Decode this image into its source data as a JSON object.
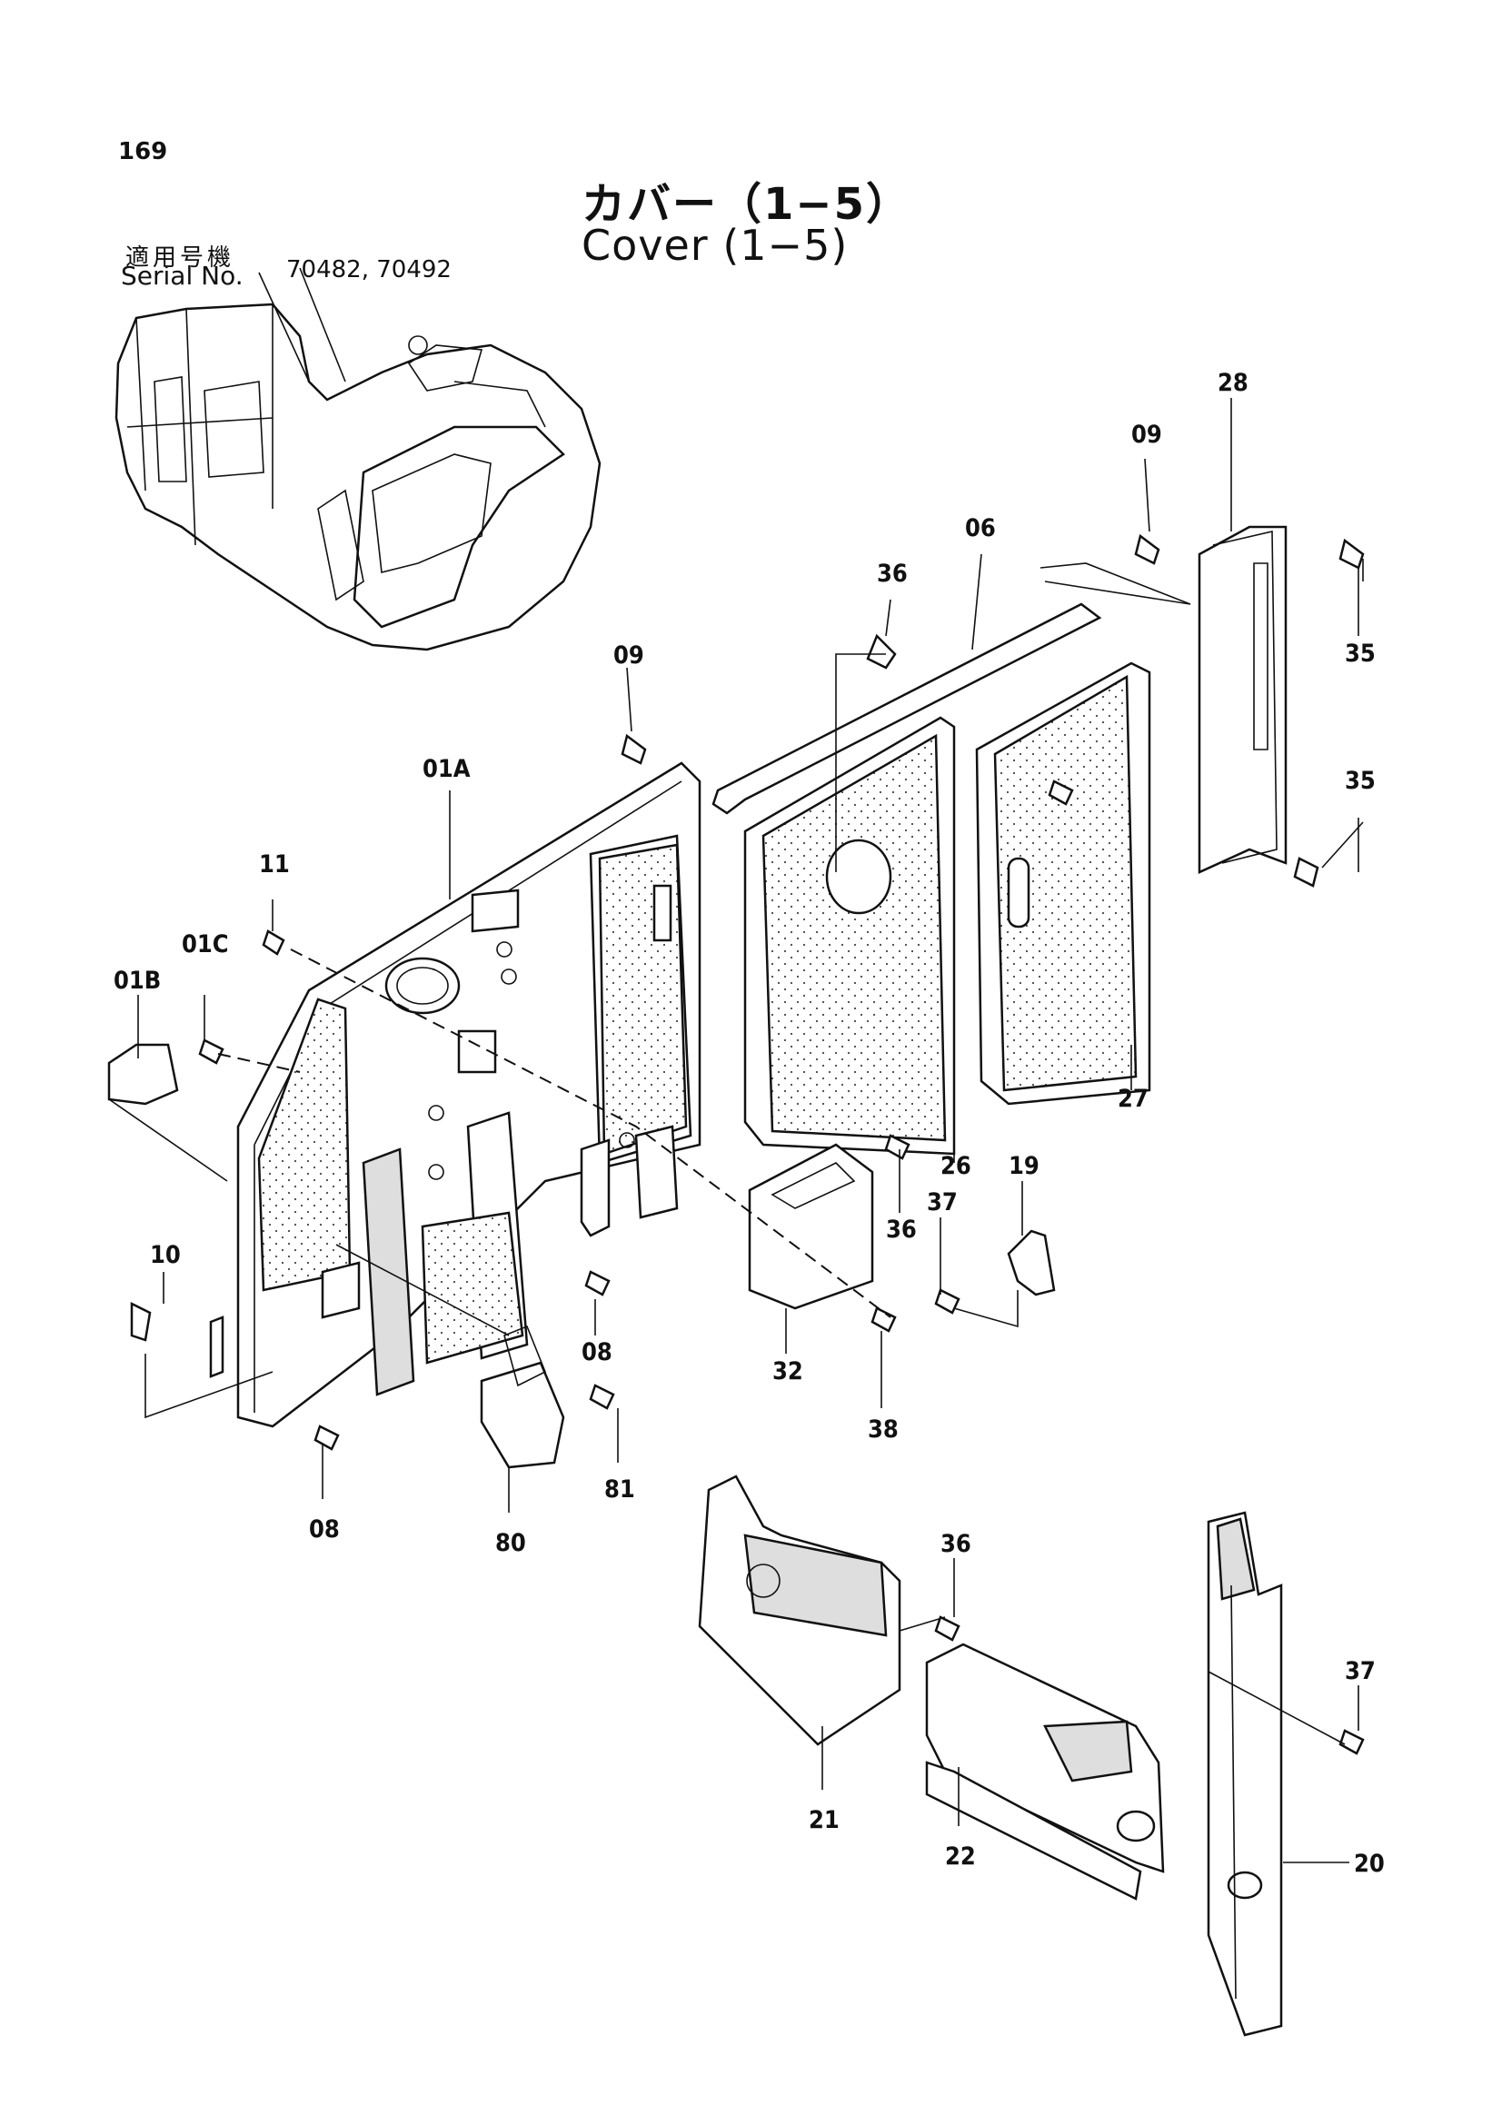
{
  "page_number": "169",
  "title_jp": "カバー（1−5）",
  "title_en": "Cover (1−5)",
  "serial": {
    "label_jp": "適用号機",
    "label_en": "Serial No.",
    "value": "70482, 70492"
  },
  "callouts": {
    "c28": "28",
    "c09a": "09",
    "c06": "06",
    "c36a": "36",
    "c35a": "35",
    "c35b": "35",
    "c09b": "09",
    "c01a": "01A",
    "c11": "11",
    "c01c": "01C",
    "c01b": "01B",
    "c27": "27",
    "c26": "26",
    "c36b": "36",
    "c19": "19",
    "c37a": "37",
    "c10": "10",
    "c08a": "08",
    "c32": "32",
    "c38": "38",
    "c81": "81",
    "c08b": "08",
    "c80": "80",
    "c36c": "36",
    "c37b": "37",
    "c21": "21",
    "c22": "22",
    "c20": "20"
  }
}
